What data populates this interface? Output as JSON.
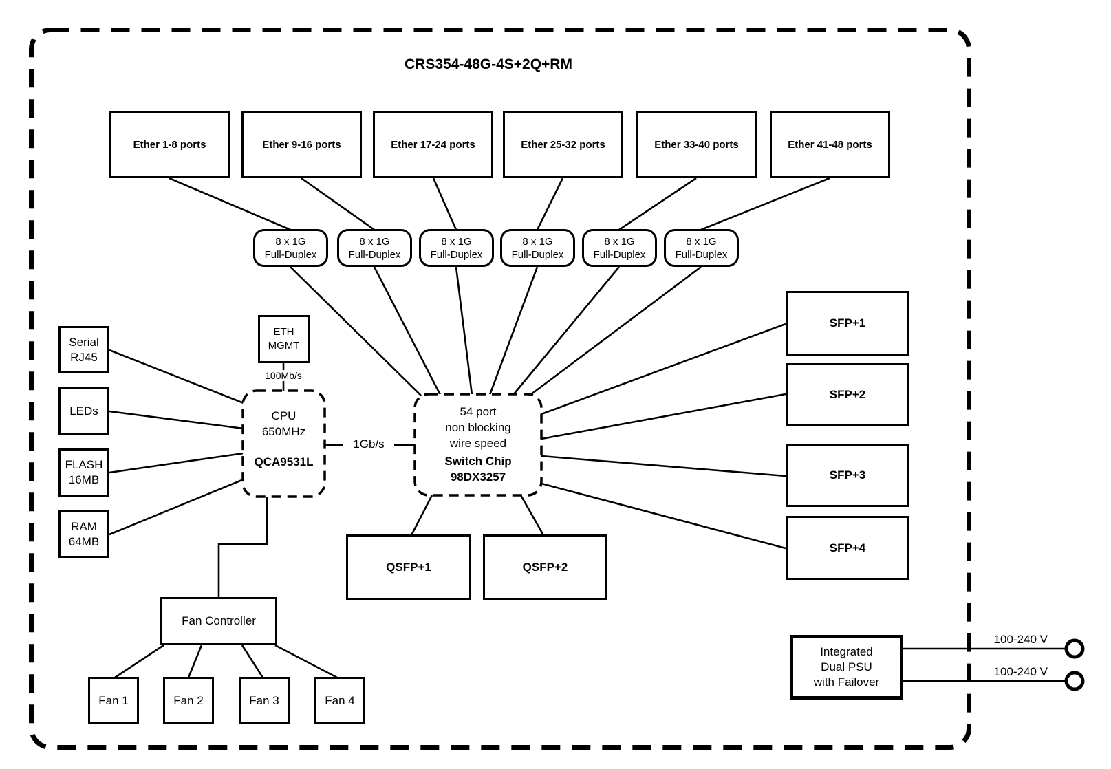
{
  "diagram": {
    "title": "CRS354-48G-4S+2Q+RM",
    "ether_port_groups": [
      "Ether 1-8 ports",
      "Ether 9-16 ports",
      "Ether 17-24 ports",
      "Ether 25-32 ports",
      "Ether 33-40 ports",
      "Ether 41-48 ports"
    ],
    "duplex_links": [
      "8 x 1G\nFull-Duplex",
      "8 x 1G\nFull-Duplex",
      "8 x 1G\nFull-Duplex",
      "8 x 1G\nFull-Duplex",
      "8 x 1G\nFull-Duplex",
      "8 x 1G\nFull-Duplex"
    ],
    "eth_mgmt": {
      "label": "ETH\nMGMT",
      "speed": "100Mb/s"
    },
    "peripherals": [
      "Serial\nRJ45",
      "LEDs",
      "FLASH\n16MB",
      "RAM\n64MB"
    ],
    "cpu": {
      "title": "CPU\n650MHz",
      "model": "QCA9531L"
    },
    "cpu_switch_link": "1Gb/s",
    "switch_chip": {
      "description": "54 port\nnon blocking\nwire speed",
      "model": "Switch Chip\n98DX3257"
    },
    "sfp_ports": [
      "SFP+1",
      "SFP+2",
      "SFP+3",
      "SFP+4"
    ],
    "qsfp_ports": [
      "QSFP+1",
      "QSFP+2"
    ],
    "fan_controller": "Fan Controller",
    "fans": [
      "Fan 1",
      "Fan 2",
      "Fan 3",
      "Fan 4"
    ],
    "psu": "Integrated\nDual PSU\nwith Failover",
    "power_inputs": [
      "100-240 V",
      "100-240 V"
    ],
    "colors": {
      "ink": "#000000",
      "paper": "#ffffff"
    }
  }
}
